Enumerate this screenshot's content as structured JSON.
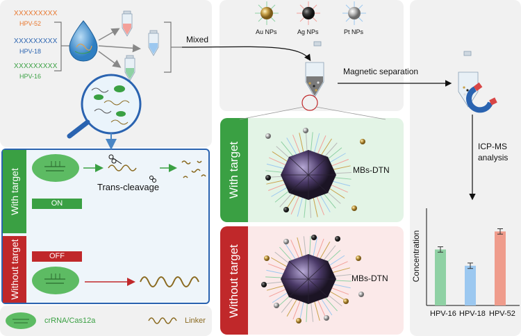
{
  "sequences": [
    {
      "code": "XXXXXXXXX",
      "name": "HPV-52",
      "color": "#e8772e"
    },
    {
      "code": "XXXXXXXXX",
      "name": "HPV-18",
      "color": "#2a63b0"
    },
    {
      "code": "XXXXXXXXX",
      "name": "HPV-16",
      "color": "#3aa043"
    }
  ],
  "labels": {
    "mixed": "Mixed",
    "magnetic_separation": "Magnetic separation",
    "icp_ms": "ICP-MS",
    "analysis": "analysis",
    "with_target": "With target",
    "without_target": "Without target",
    "trans_cleavage": "Trans-cleavage",
    "on": "ON",
    "off": "OFF",
    "mbs_dtn_top": "MBs-DTN",
    "mbs_dtn_bottom": "MBs-DTN",
    "legend_crrna": "crRNA/Cas12a",
    "legend_linker": "Linker"
  },
  "nanoparticles": [
    {
      "name": "Au NPs",
      "color": "#c9a24a"
    },
    {
      "name": "Ag NPs",
      "color": "#3a3a3a"
    },
    {
      "name": "Pt NPs",
      "color": "#b9b9b9"
    }
  ],
  "colors": {
    "green": "#3aa043",
    "red": "#c0282a",
    "blue_frame": "#2a63b0",
    "linker": "#8a6a20"
  },
  "chart_data": {
    "type": "bar",
    "ylabel": "Concentration",
    "categories": [
      "HPV-16",
      "HPV-18",
      "HPV-52"
    ],
    "values": [
      0.62,
      0.44,
      0.82
    ],
    "errors": [
      0.03,
      0.03,
      0.03
    ],
    "colors": [
      "#8fd1a4",
      "#9cc8f0",
      "#ef9c8c"
    ],
    "ylim": [
      0,
      1
    ]
  }
}
